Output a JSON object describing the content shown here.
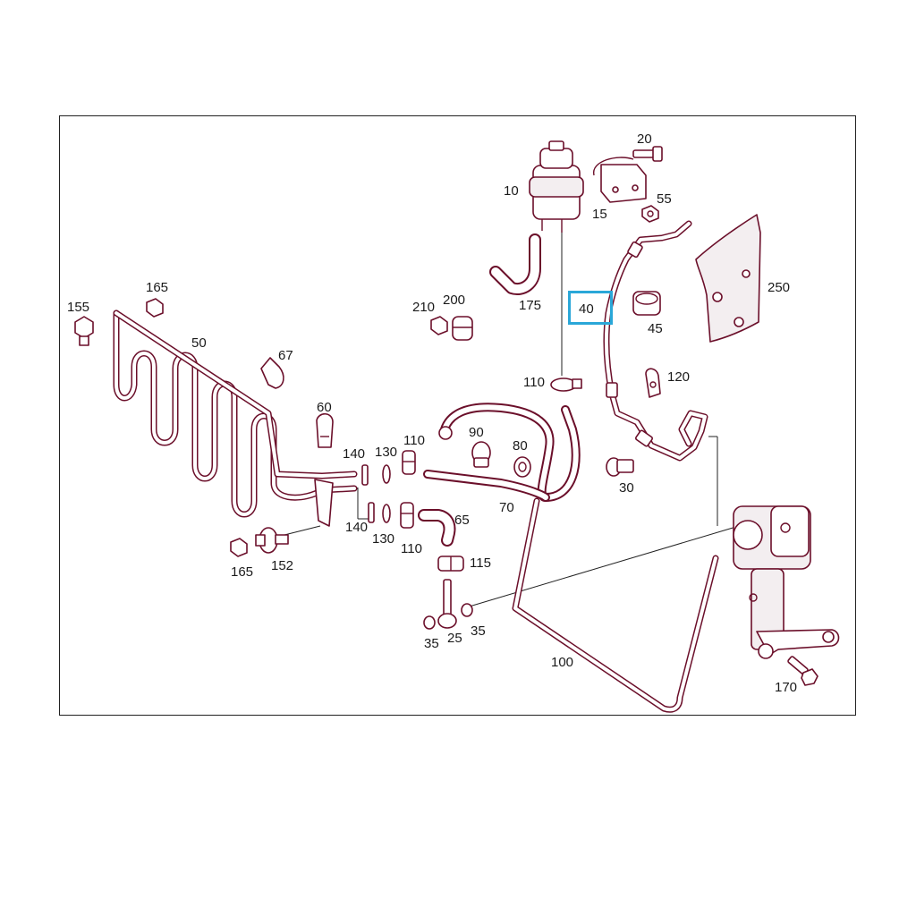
{
  "diagram": {
    "type": "exploded-parts-diagram",
    "highlight_color": "#2aa7d8",
    "line_color": "#6b0f2a",
    "highlighted_callout": "40",
    "callouts": [
      {
        "id": "c10",
        "text": "10"
      },
      {
        "id": "c15",
        "text": "15"
      },
      {
        "id": "c20",
        "text": "20"
      },
      {
        "id": "c55",
        "text": "55"
      },
      {
        "id": "c250",
        "text": "250"
      },
      {
        "id": "c40",
        "text": "40"
      },
      {
        "id": "c45",
        "text": "45"
      },
      {
        "id": "c175",
        "text": "175"
      },
      {
        "id": "c210",
        "text": "210"
      },
      {
        "id": "c200",
        "text": "200"
      },
      {
        "id": "c155",
        "text": "155"
      },
      {
        "id": "c165a",
        "text": "165"
      },
      {
        "id": "c50",
        "text": "50"
      },
      {
        "id": "c67",
        "text": "67"
      },
      {
        "id": "c60",
        "text": "60"
      },
      {
        "id": "c110a",
        "text": "110"
      },
      {
        "id": "c120",
        "text": "120"
      },
      {
        "id": "c140a",
        "text": "140"
      },
      {
        "id": "c130a",
        "text": "130"
      },
      {
        "id": "c110b",
        "text": "110"
      },
      {
        "id": "c90",
        "text": "90"
      },
      {
        "id": "c80",
        "text": "80"
      },
      {
        "id": "c30",
        "text": "30"
      },
      {
        "id": "c70",
        "text": "70"
      },
      {
        "id": "c140b",
        "text": "140"
      },
      {
        "id": "c130b",
        "text": "130"
      },
      {
        "id": "c110c",
        "text": "110"
      },
      {
        "id": "c65",
        "text": "65"
      },
      {
        "id": "c165b",
        "text": "165"
      },
      {
        "id": "c152",
        "text": "152"
      },
      {
        "id": "c115",
        "text": "115"
      },
      {
        "id": "c35a",
        "text": "35"
      },
      {
        "id": "c25",
        "text": "25"
      },
      {
        "id": "c35b",
        "text": "35"
      },
      {
        "id": "c100",
        "text": "100"
      },
      {
        "id": "c170",
        "text": "170"
      }
    ]
  }
}
